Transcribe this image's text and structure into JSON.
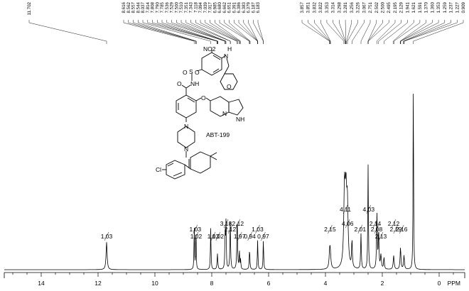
{
  "chart_data": {
    "type": "line",
    "xlabel": "PPM",
    "xlim": [
      15.3,
      -0.9
    ],
    "x_ticks": [
      14,
      12,
      10,
      8,
      6,
      4,
      2,
      0
    ],
    "x_tick_labels": [
      "14",
      "12",
      "10",
      "8",
      "6",
      "4",
      "2",
      "0"
    ],
    "y_range": [
      0,
      1.0
    ],
    "grid": false,
    "compound_name": "ABT-199",
    "structure_labels": {
      "no2": "NO2",
      "nh_amine": "H",
      "n_amine": "N",
      "s": "S",
      "o1": "O",
      "o2": "O",
      "nh_sulfonamide": "NH",
      "o_carbonyl": "O",
      "o_ether": "O",
      "o_thp": "O",
      "n_azaindole": "N",
      "nh_azaindole": "NH",
      "n_pip1": "N",
      "n_pip2": "N",
      "cl": "Cl"
    },
    "peak_labels": [
      "11.702",
      "8.616",
      "8.562",
      "8.557",
      "8.544",
      "8.037",
      "7.814",
      "7.808",
      "7.790",
      "7.785",
      "7.536",
      "7.529",
      "7.500",
      "7.510",
      "7.351",
      "7.343",
      "7.118",
      "7.094",
      "7.039",
      "7.017",
      "6.985",
      "6.680",
      "6.662",
      "6.651",
      "6.391",
      "6.386",
      "6.383",
      "6.379",
      "6.187",
      "6.183",
      "3.857",
      "3.851",
      "3.832",
      "3.822",
      "3.353",
      "3.314",
      "3.298",
      "3.281",
      "3.256",
      "3.226",
      "3.067",
      "2.751",
      "2.502",
      "2.500",
      "2.495",
      "2.195",
      "2.129",
      "1.941",
      "1.621",
      "1.591",
      "1.370",
      "1.360",
      "1.353",
      "1.259",
      "1.237",
      "1.227",
      "0.909"
    ],
    "peak_label_anchor_ppm": [
      11.7,
      8.62,
      8.56,
      8.557,
      8.544,
      8.04,
      7.814,
      7.808,
      7.79,
      7.785,
      7.536,
      7.529,
      7.5,
      7.51,
      7.351,
      7.343,
      7.118,
      7.094,
      7.039,
      7.017,
      6.985,
      6.68,
      6.662,
      6.651,
      6.391,
      6.386,
      6.383,
      6.379,
      6.187,
      6.183,
      3.857,
      3.851,
      3.832,
      3.822,
      3.353,
      3.314,
      3.298,
      3.281,
      3.256,
      3.226,
      3.067,
      2.751,
      2.502,
      2.5,
      2.495,
      2.195,
      2.129,
      1.941,
      1.621,
      1.591,
      1.37,
      1.36,
      1.353,
      1.259,
      1.237,
      1.227,
      0.909
    ],
    "integrals": [
      {
        "text": "1.03",
        "ppm": 11.7,
        "level": 0
      },
      {
        "text": "1.03",
        "ppm": 8.58,
        "level": 1
      },
      {
        "text": "1.02",
        "ppm": 8.55,
        "level": 0
      },
      {
        "text": "1.03",
        "ppm": 7.95,
        "level": 0
      },
      {
        "text": "1.02",
        "ppm": 7.78,
        "level": 0
      },
      {
        "text": "3.18",
        "ppm": 7.5,
        "level": 2
      },
      {
        "text": "2.12",
        "ppm": 7.35,
        "level": 1
      },
      {
        "text": "2.12",
        "ppm": 7.08,
        "level": 2
      },
      {
        "text": "1.97",
        "ppm": 7.02,
        "level": 0
      },
      {
        "text": "0.94",
        "ppm": 6.66,
        "level": 0
      },
      {
        "text": "1.03",
        "ppm": 6.39,
        "level": 1
      },
      {
        "text": "0.97",
        "ppm": 6.19,
        "level": 0
      },
      {
        "text": "2.15",
        "ppm": 3.84,
        "level": 1
      },
      {
        "text": "4.11",
        "ppm": 3.3,
        "level": 3
      },
      {
        "text": "4.06",
        "ppm": 3.22,
        "level": 2
      },
      {
        "text": "2.01",
        "ppm": 2.78,
        "level": 1
      },
      {
        "text": "4.03",
        "ppm": 2.48,
        "level": 3
      },
      {
        "text": "2.14",
        "ppm": 2.25,
        "level": 2
      },
      {
        "text": "2.08",
        "ppm": 2.2,
        "level": 1
      },
      {
        "text": "2.13",
        "ppm": 2.05,
        "level": 0
      },
      {
        "text": "2.12",
        "ppm": 1.6,
        "level": 2
      },
      {
        "text": "2.19",
        "ppm": 1.53,
        "level": 1
      },
      {
        "text": "2.16",
        "ppm": 1.32,
        "level": 1
      }
    ],
    "peaks": [
      {
        "ppm": 11.7,
        "height": 0.14,
        "width": 0.022
      },
      {
        "ppm": 8.616,
        "height": 0.23,
        "width": 0.01
      },
      {
        "ppm": 8.557,
        "height": 0.22,
        "width": 0.01
      },
      {
        "ppm": 8.037,
        "height": 0.21,
        "width": 0.012
      },
      {
        "ppm": 7.8,
        "height": 0.08,
        "width": 0.015
      },
      {
        "ppm": 7.53,
        "height": 0.19,
        "width": 0.012
      },
      {
        "ppm": 7.5,
        "height": 0.23,
        "width": 0.012
      },
      {
        "ppm": 7.35,
        "height": 0.24,
        "width": 0.014
      },
      {
        "ppm": 7.106,
        "height": 0.27,
        "width": 0.014
      },
      {
        "ppm": 7.028,
        "height": 0.09,
        "width": 0.012
      },
      {
        "ppm": 6.985,
        "height": 0.05,
        "width": 0.01
      },
      {
        "ppm": 6.67,
        "height": 0.1,
        "width": 0.014
      },
      {
        "ppm": 6.386,
        "height": 0.15,
        "width": 0.012
      },
      {
        "ppm": 6.185,
        "height": 0.15,
        "width": 0.012
      },
      {
        "ppm": 3.85,
        "height": 0.08,
        "width": 0.025
      },
      {
        "ppm": 3.83,
        "height": 0.06,
        "width": 0.025
      },
      {
        "ppm": 3.33,
        "height": 0.38,
        "width": 0.03
      },
      {
        "ppm": 3.28,
        "height": 0.32,
        "width": 0.03
      },
      {
        "ppm": 3.23,
        "height": 0.3,
        "width": 0.03
      },
      {
        "ppm": 3.067,
        "height": 0.14,
        "width": 0.015
      },
      {
        "ppm": 2.751,
        "height": 0.18,
        "width": 0.014
      },
      {
        "ppm": 2.5,
        "height": 0.53,
        "width": 0.012
      },
      {
        "ppm": 2.19,
        "height": 0.28,
        "width": 0.015
      },
      {
        "ppm": 2.13,
        "height": 0.19,
        "width": 0.015
      },
      {
        "ppm": 2.05,
        "height": 0.07,
        "width": 0.02
      },
      {
        "ppm": 1.941,
        "height": 0.06,
        "width": 0.015
      },
      {
        "ppm": 1.6,
        "height": 0.07,
        "width": 0.02
      },
      {
        "ppm": 1.36,
        "height": 0.11,
        "width": 0.018
      },
      {
        "ppm": 1.237,
        "height": 0.07,
        "width": 0.018
      },
      {
        "ppm": 0.909,
        "height": 1.0,
        "width": 0.01
      }
    ]
  }
}
